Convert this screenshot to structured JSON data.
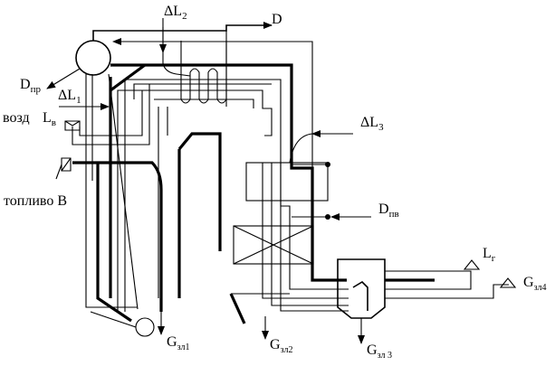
{
  "labels": {
    "delta_l2": "ΔL",
    "delta_l2_sub": "2",
    "d_out": "D",
    "d_pr": "D",
    "d_pr_sub": "пр",
    "delta_l1": "ΔL",
    "delta_l1_sub": "1",
    "vozd": "возд",
    "l_v": "L",
    "l_v_sub": "в",
    "toplivo": "топливо B",
    "delta_l3": "ΔL",
    "delta_l3_sub": "3",
    "d_pv": "D",
    "d_pv_sub": "пв",
    "l_g": "L",
    "l_g_sub": "г",
    "g_zl4": "G",
    "g_zl4_sub": "зл4",
    "g_zl1": "G",
    "g_zl1_sub": "зл1",
    "g_zl2": "G",
    "g_zl2_sub": "зл2",
    "g_zl3": "G",
    "g_zl3_sub": "зл 3"
  }
}
